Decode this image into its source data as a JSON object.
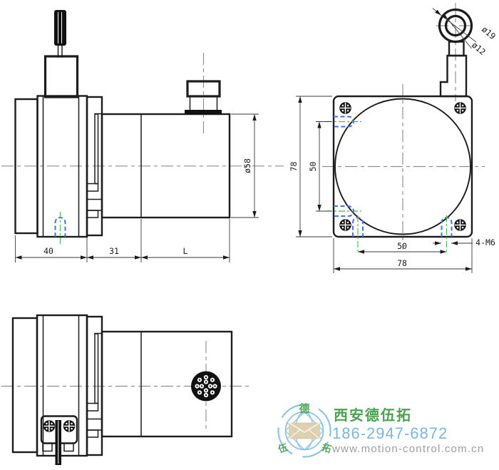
{
  "drawing": {
    "type": "draw-wire encoder technical drawing, three views",
    "colors": {
      "outline": "#1c1c1c",
      "centerline": "#8f8f8f",
      "hidden_hole_blue": "#4f6fe0",
      "hole_center_green": "#3dbd52",
      "logo_green": "#4aa24e",
      "logo_blue": "#79b7e2",
      "logo_gray": "#9e9e9e"
    },
    "side_view": {
      "dim_flange_width": "40",
      "dim_mid_width": "31",
      "dim_body_length": "L",
      "dim_body_diameter": "ø58"
    },
    "front_view": {
      "dim_height": "78",
      "dim_hole_spacing_vertical": "50",
      "dim_hole_spacing_horizontal": "50",
      "dim_width": "78",
      "dim_mount_thread": "4-M6",
      "dim_pulley_outer": "ø19",
      "dim_pulley_inner": "ø12"
    }
  },
  "logo": {
    "company": "西安德伍拓",
    "phone": "186-2947-6872",
    "website": "www.motion-control.com.cn",
    "seal_top": "德",
    "seal_left": "伍",
    "seal_right": "拓"
  }
}
